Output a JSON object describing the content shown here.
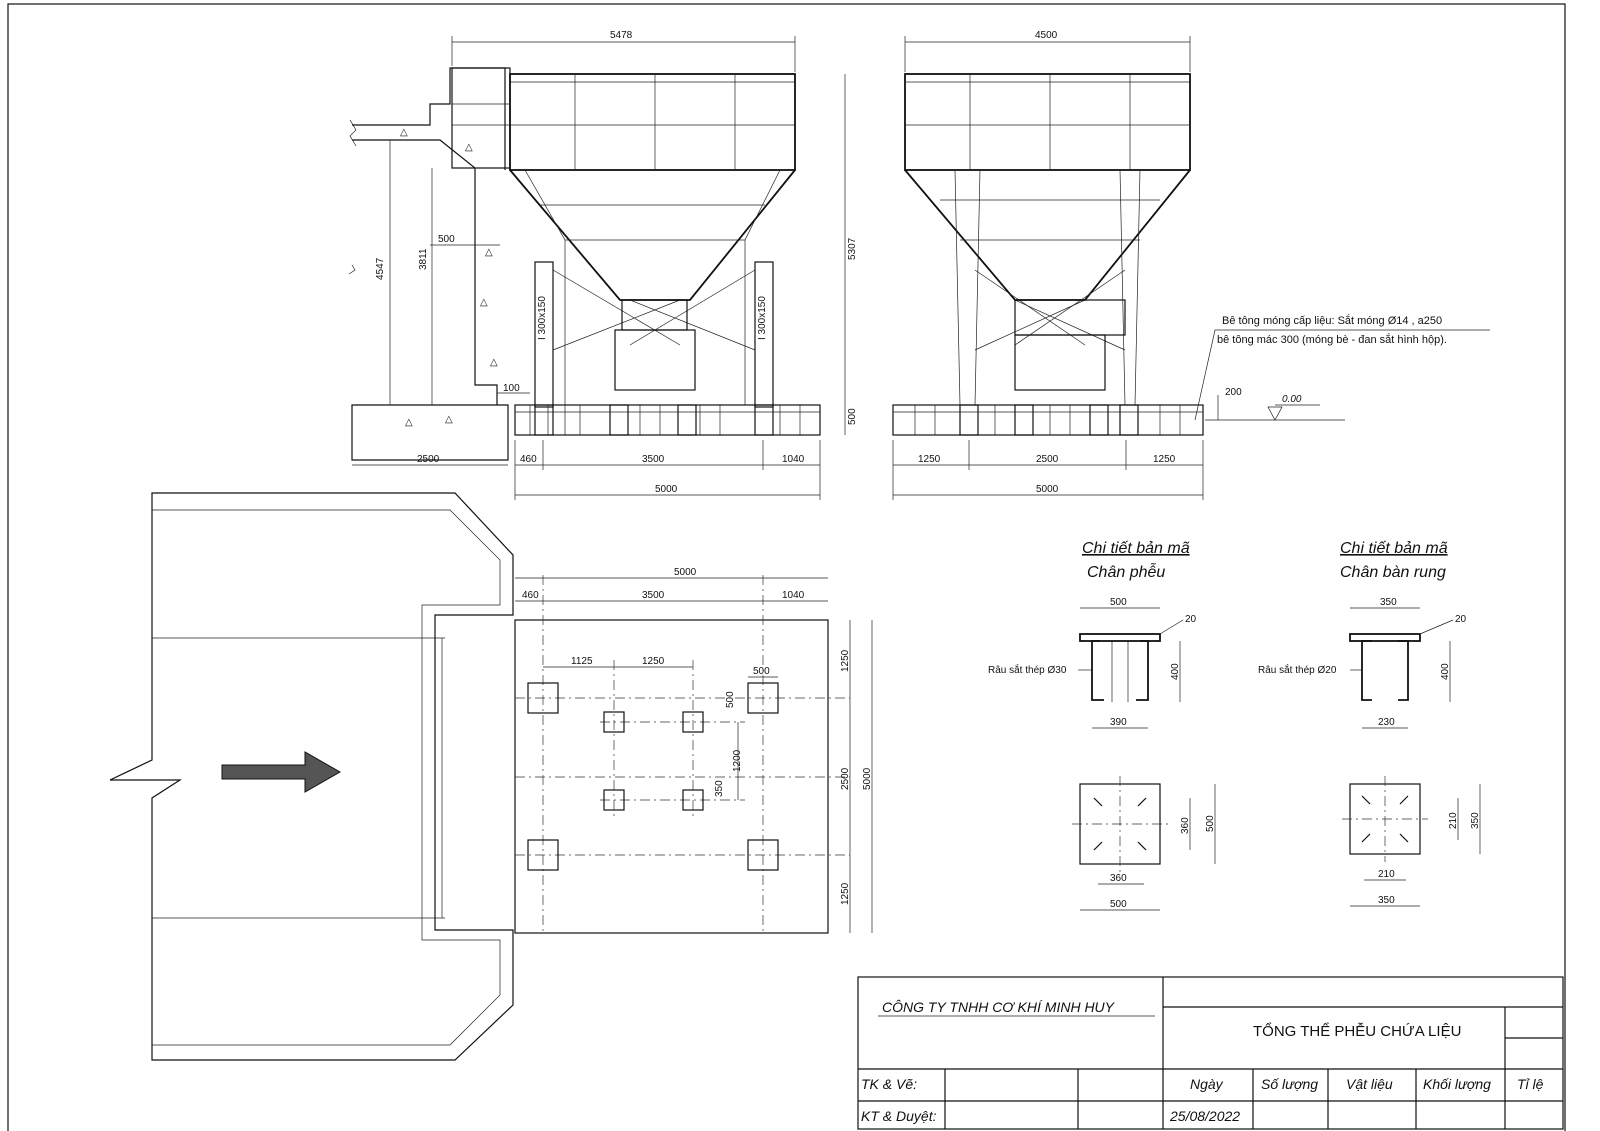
{
  "elevation_left": {
    "dims": {
      "top_width": "5478",
      "total_height": "5307",
      "wall_height": "4547",
      "inner_height": "3811",
      "setback": "500",
      "gap": "100",
      "base_thickness": "500",
      "wall_width": "2500",
      "left_offset": "460",
      "column_spacing": "3500",
      "right_offset": "1040",
      "overall_width": "5000"
    },
    "column_label": "I 300x150"
  },
  "elevation_right": {
    "dims": {
      "top_width": "4500",
      "left_offset": "1250",
      "column_spacing": "2500",
      "right_offset": "1250",
      "overall_width": "5000",
      "cover": "200",
      "level": "0.00"
    },
    "note_line1": "Bê tông móng cấp liệu: Sắt móng Ø14 , a250",
    "note_line2": "bê tông mác 300 (móng bè - đan sắt hình hộp)."
  },
  "plan": {
    "dims": {
      "overall_width": "5000",
      "left_offset": "460",
      "column_spacing": "3500",
      "right_offset": "1040",
      "inner_offset": "1125",
      "inner_spacing": "1250",
      "pad_size": "500",
      "pad_height": "500",
      "inner_vertical": "1200",
      "small_pad": "350",
      "right_top": "1250",
      "right_mid": "2500",
      "right_bottom": "1250",
      "overall_height": "5000"
    }
  },
  "detail_hopper": {
    "title_line1": "Chi tiết bản mã",
    "title_line2": "Chân phễu",
    "plate_width": "500",
    "plate_thickness": "20",
    "anchor_label": "Râu sắt thép Ø30",
    "anchor_length": "400",
    "anchor_span": "390",
    "hole_spacing_v": "360",
    "plate_height": "500",
    "hole_spacing_h": "360",
    "plate_width_bottom": "500"
  },
  "detail_screen": {
    "title_line1": "Chi tiết bản mã",
    "title_line2": "Chân bàn rung",
    "plate_width": "350",
    "plate_thickness": "20",
    "anchor_label": "Râu sắt thép Ø20",
    "anchor_length": "400",
    "anchor_span": "230",
    "hole_spacing_v": "210",
    "plate_height": "350",
    "hole_spacing_h": "210",
    "plate_width_bottom": "350"
  },
  "title_block": {
    "company": "CÔNG TY TNHH CƠ KHÍ MINH HUY",
    "drawing_title": "TỔNG THỂ PHỄU CHỨA LIỆU",
    "designed_by": "TK & Vẽ:",
    "approved_by": "KT & Duyệt:",
    "date_label": "Ngày",
    "quantity_label": "Số lượng",
    "material_label": "Vật liệu",
    "weight_label": "Khối lượng",
    "scale_label": "Tỉ lệ",
    "date_value": "25/08/2022"
  }
}
